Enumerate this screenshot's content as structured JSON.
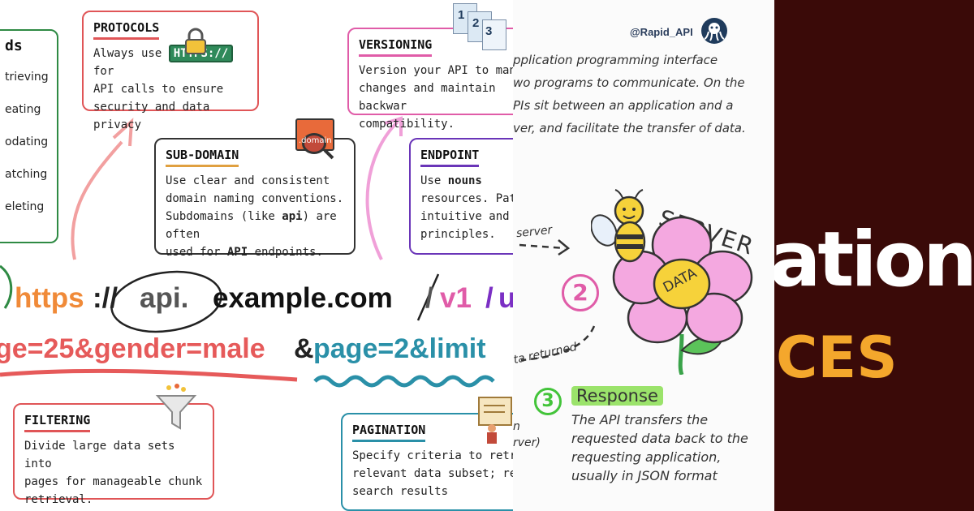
{
  "colors": {
    "brand_bg": "#3a0a08",
    "accent_orange": "#f4a72c",
    "url_orange": "#f08a38",
    "url_purple": "#7b2fc4",
    "query_red": "#e65a5a",
    "query_teal": "#2a90a8",
    "method_green": "#2f8a44"
  },
  "methods_card": {
    "title": "ds",
    "items": [
      "trieving",
      "eating",
      "odating",
      "atching",
      "eleting"
    ]
  },
  "protocols_card": {
    "title": "PROTOCOLS",
    "text_before": "Always use",
    "badge": "HTTPS://",
    "text_after": " for\nAPI calls to ensure\nsecurity and data privacy",
    "icon": "padlock-icon"
  },
  "subdomain_card": {
    "title": "SUB-DOMAIN",
    "text_1": "Use clear and consistent\ndomain naming conventions.\nSubdomains (like ",
    "bold_1": "api",
    "text_2": ") are often\nused for ",
    "bold_2": "API",
    "text_3": " endpoints.",
    "icon": "domain-magnifier-icon",
    "icon_label": ".domain"
  },
  "versioning_card": {
    "title": "VERSIONING",
    "text": "Version your API to manag\nchanges and maintain backwar\ncompatibility.",
    "icon": "numbered-pages-icon",
    "icon_numbers": [
      "1",
      "2",
      "3"
    ]
  },
  "endpoint_card": {
    "title": "ENDPOINT",
    "text_1": "Use ",
    "bold_1": "nouns",
    "text_2": "\nresources. Path\nintuitive and f\nprinciples."
  },
  "filtering_card": {
    "title": "FILTERING",
    "text": "Divide large data sets into\npages for manageable chunk\nretrieval.",
    "icon": "funnel-icon"
  },
  "pagination_card": {
    "title": "PAGINATION",
    "text": "Specify criteria to retr\nrelevant data subset; re\nsearch results",
    "icon": "presenter-board-icon"
  },
  "url": {
    "scheme": "https",
    "sep": "://",
    "subdomain": "api.",
    "domain": "example.com",
    "slash1": "/",
    "version": "v1",
    "slash2": "/",
    "resource": "u"
  },
  "query": {
    "filters": "ge=25&gender=male",
    "amp": "&",
    "pagination": "page=2&limit"
  },
  "sketch_panel": {
    "handle": "@Rapid_API",
    "logo_icon": "octopus-logo-icon",
    "intro": "pplication programming interface\nwo programs to communicate. On the\nPIs sit between an application and a\nver, and facilitate the transfer of data.",
    "server_small": "server",
    "step2": "2",
    "server_word": "SERVER",
    "flower_label": "DATA",
    "bee_icon": "bee-icon",
    "flower_icon": "flower-icon",
    "data_returned": "ta returned",
    "left_fragment": "n\nrver)",
    "step3": "3",
    "response_title": "Response",
    "response_text": "The API transfers the\nrequested data back to the\nrequesting application,\nusually in JSON format"
  },
  "brand_panel": {
    "title_fragment": "ation",
    "subtitle_fragment": "CES"
  }
}
